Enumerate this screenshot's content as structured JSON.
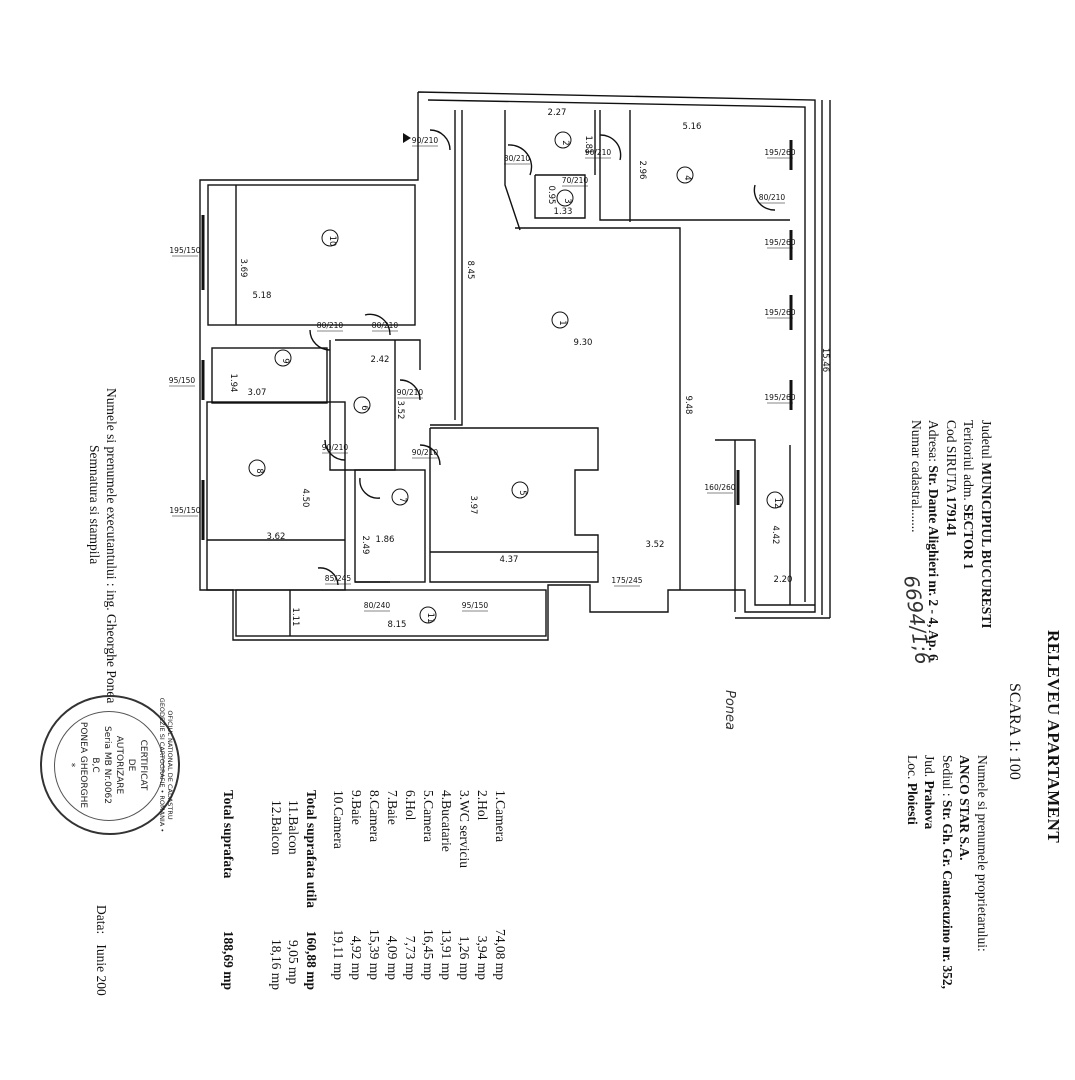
{
  "header": {
    "title": "RELEVEU APARTAMENT",
    "scale": "SCARA 1: 100"
  },
  "location": {
    "judet_label": "Judetul",
    "judet_value": "MUNICIPIUL BUCURESTI",
    "teritoriu_label": "Teritoriul adm.",
    "teritoriu_value": "SECTOR 1",
    "siruta_label": "Cod SIRUTA",
    "siruta_value": "179141",
    "adresa_label": "Adresa:",
    "adresa_value": "Str. Dante Alighieri nr. 2 - 4, Ap. 6",
    "cadastral_label": "Numar cadastral.......",
    "cadastral_handwritten": "6694/1;6"
  },
  "owner": {
    "label": "Numele si prenumele proprietarului:",
    "name": "ANCO STAR S.A.",
    "sediu_label": "Sediul :",
    "sediu_value": "Str. Gh. Gr. Cantacuzino nr. 352,",
    "jud_label": "Jud.",
    "jud_value": "Prahova",
    "loc_label": "Loc.",
    "loc_value": "Ploiesti"
  },
  "handwritten_note": "Ponea",
  "rooms": [
    {
      "name": "1.Camera",
      "area": "74,08 mp"
    },
    {
      "name": "2.Hol",
      "area": "3,94 mp"
    },
    {
      "name": "3.WC serviciu",
      "area": "1,26 mp"
    },
    {
      "name": "4.Bucatarie",
      "area": "13,91 mp"
    },
    {
      "name": "5.Camera",
      "area": "16,45 mp"
    },
    {
      "name": "6.Hol",
      "area": "7,73 mp"
    },
    {
      "name": "7.Baie",
      "area": "4,09 mp"
    },
    {
      "name": "8.Camera",
      "area": "15,39 mp"
    },
    {
      "name": "9.Baie",
      "area": "4,92 mp"
    },
    {
      "name": "10.Camera",
      "area": "19,11 mp"
    }
  ],
  "totals": {
    "utila_label": "Total suprafata utila",
    "utila_value": "160,88 mp",
    "balcon11_label": "11.Balcon",
    "balcon11_value": "9,05 mp",
    "balcon12_label": "12.Balcon",
    "balcon12_value": "18,16 mp",
    "total_label": "Total suprafata",
    "total_value": "188,69 mp"
  },
  "executant": {
    "line1": "Numele si prenumele executantului : ing. Gheorghe Ponea",
    "line2": "Semnatura si stampila",
    "date_label": "Data:",
    "date_value": "Iunie 200"
  },
  "stamp": {
    "ring": "OFICIUL NATIONAL DE CADASTRU GEODEZIE SI CARTOGRAFIE • ROMANIA •",
    "l1": "CERTIFICAT",
    "l2": "DE",
    "l3": "AUTORIZARE",
    "l4": "Seria MB Nr.0062",
    "l5": "B,C",
    "l6": "PONEA GHEORGHE",
    "l7": "*"
  },
  "plan": {
    "room_numbers": [
      "1",
      "2",
      "3",
      "4",
      "5",
      "6",
      "7",
      "8",
      "9",
      "10",
      "11",
      "12"
    ],
    "dimensions": [
      "2.27",
      "5.16",
      "2.96",
      "1.81",
      "0.95",
      "1.33",
      "8.45",
      "9.30",
      "9.48",
      "5.18",
      "3.69",
      "2.42",
      "3.07",
      "1.94",
      "3.52",
      "3.52",
      "4.50",
      "3.62",
      "2.49",
      "1.86",
      "3.97",
      "4.37",
      "4.42",
      "2.20",
      "15.46",
      "8.15",
      "1.11"
    ],
    "openings": [
      "195/260",
      "195/260",
      "195/260",
      "195/260",
      "195/150",
      "195/150",
      "95/150",
      "90/210",
      "90/210",
      "90/210",
      "90/210",
      "90/210",
      "160/260",
      "175/245",
      "95/150",
      "85/245",
      "80/210",
      "80/210",
      "80/210",
      "80/240",
      "70/210",
      "80/210"
    ]
  }
}
